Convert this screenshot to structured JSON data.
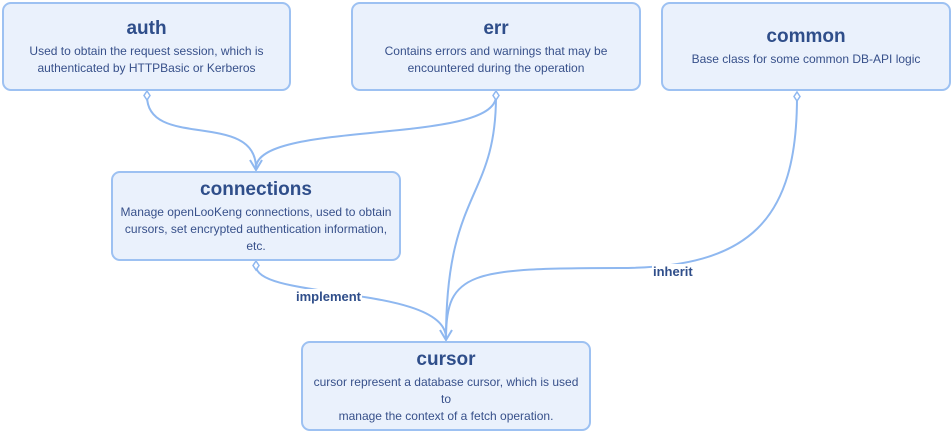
{
  "nodes": {
    "auth": {
      "title": "auth",
      "desc_line1": "Used to obtain the request session, which is",
      "desc_line2": "authenticated by HTTPBasic or Kerberos"
    },
    "err": {
      "title": "err",
      "desc_line1": "Contains errors and warnings that may be",
      "desc_line2": "encountered during the operation"
    },
    "common": {
      "title": "common",
      "desc_line1": "Base class for some common DB-API logic"
    },
    "connections": {
      "title": "connections",
      "desc_line1": "Manage openLooKeng connections, used to obtain",
      "desc_line2": "cursors, set encrypted authentication information, etc."
    },
    "cursor": {
      "title": "cursor",
      "desc_line1": "cursor represent a database cursor, which is used to",
      "desc_line2": "manage the context of a fetch operation."
    }
  },
  "edges": {
    "connections_to_cursor_label": "implement",
    "common_to_cursor_label": "inherit"
  },
  "colors": {
    "node_fill": "#eaf1fc",
    "node_border": "#9dc1f2",
    "edge_stroke": "#8fb8f0",
    "title_text": "#2f4e8a"
  }
}
